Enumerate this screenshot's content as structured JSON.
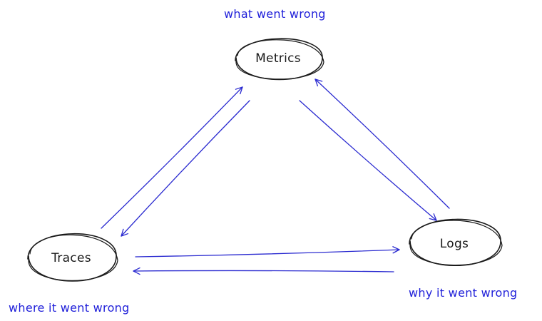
{
  "nodes": {
    "metrics": {
      "label": "Metrics",
      "caption": "what went wrong"
    },
    "traces": {
      "label": "Traces",
      "caption": "where it went wrong"
    },
    "logs": {
      "label": "Logs",
      "caption": "why it went wrong"
    }
  },
  "colors": {
    "caption": "#1e1ed9",
    "arrow": "#2a2ad0",
    "node_stroke": "#1a1a1a"
  }
}
